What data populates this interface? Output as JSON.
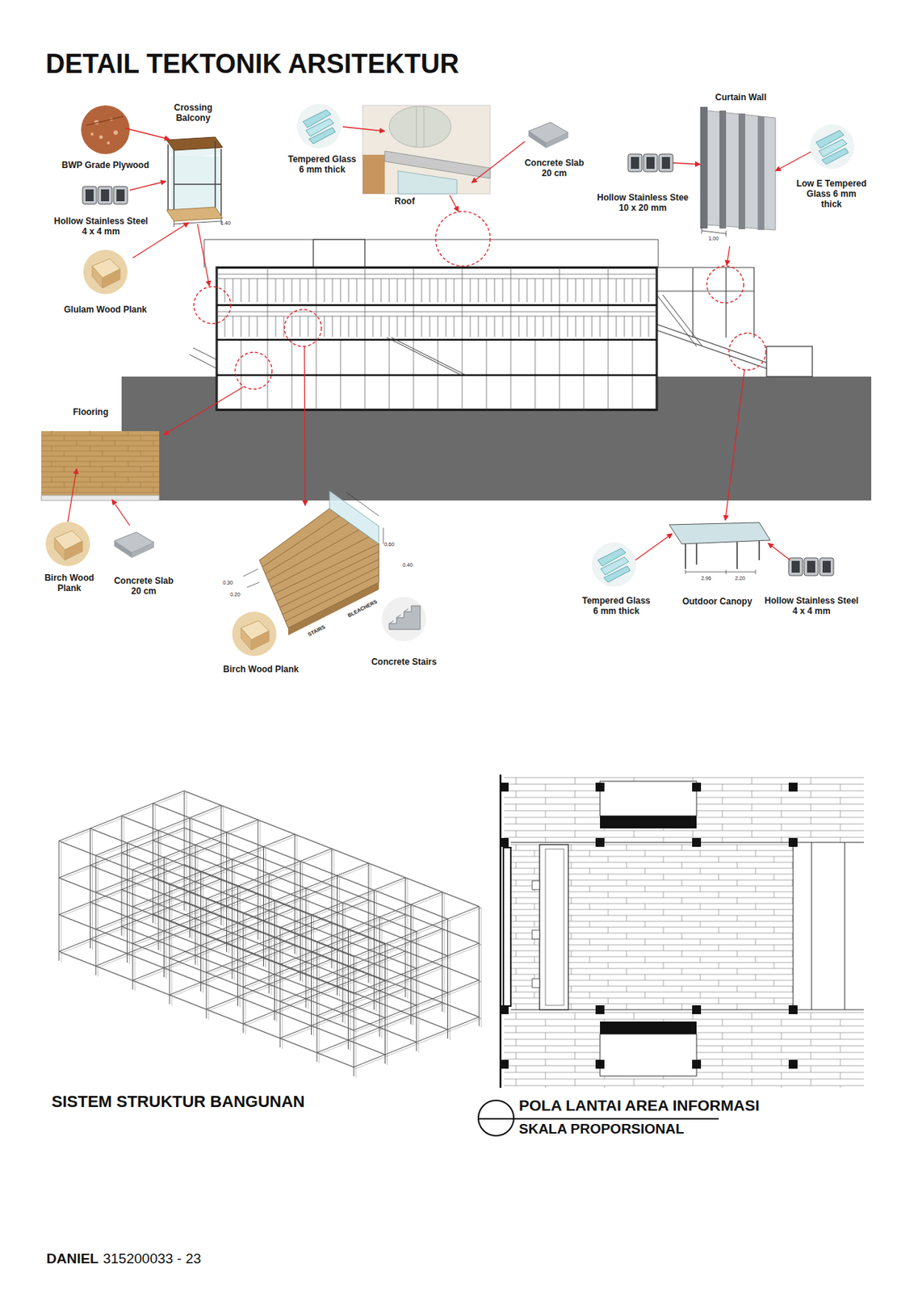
{
  "diagram": {
    "title": "DETAIL TEKTONIK ARSITEKTUR",
    "labels": [
      "Crossing Balcony",
      "BWP Grade Plywood",
      "Hollow Stainless Steel 4 x 4 mm",
      "1.40",
      "Glulam Wood Plank",
      "Tempered Glass 6 mm thick",
      "Roof",
      "Concrete Slab 20 cm",
      "Curtain Wall",
      "Hollow Stainless Stee 10 x 20 mm",
      "1.00",
      "Low E Tempered Glass 6 mm thick",
      "Flooring",
      "Birch Wood Plank",
      "Concrete Slab 20 cm",
      "0.60",
      "0.40",
      "0.30",
      "0.20",
      "BLEACHERS",
      "STAIRS",
      "Birch Wood Plank",
      "Concrete Stairs",
      "2.96",
      "2.20",
      "Tempered Glass 6 mm thick",
      "Outdoor Canopy",
      "Hollow Stainless Steel 4 x 4 mm",
      "SISTEM STRUKTUR BANGUNAN",
      "POLA LANTAI AREA INFORMASI",
      "SKALA PROPORSIONAL",
      "DANIEL",
      "315200033 - 23"
    ]
  }
}
